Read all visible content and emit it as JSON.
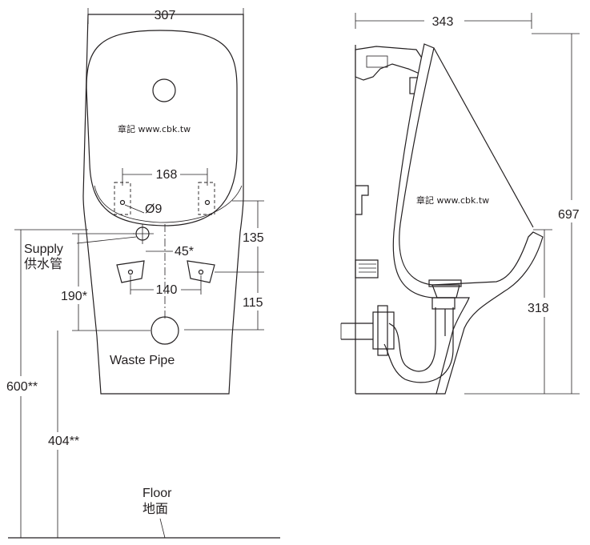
{
  "front_view": {
    "width_dim": "307",
    "bracket_spacing": "168",
    "hole_dia": "Ø9",
    "supply_label": "Supply",
    "supply_label_cn": "供水管",
    "offset_dim": "45*",
    "lower_bracket_spacing": "140",
    "upper_vertical_dim": "135",
    "lower_vertical_dim": "115",
    "supply_height": "190*",
    "waste_label": "Waste Pipe",
    "total_height": "600**",
    "waste_height": "404**",
    "floor_label": "Floor",
    "floor_label_cn": "地面"
  },
  "side_view": {
    "depth_dim": "343",
    "height_dim": "697",
    "lip_height_dim": "318"
  },
  "watermark": "章記 www.cbk.tw"
}
